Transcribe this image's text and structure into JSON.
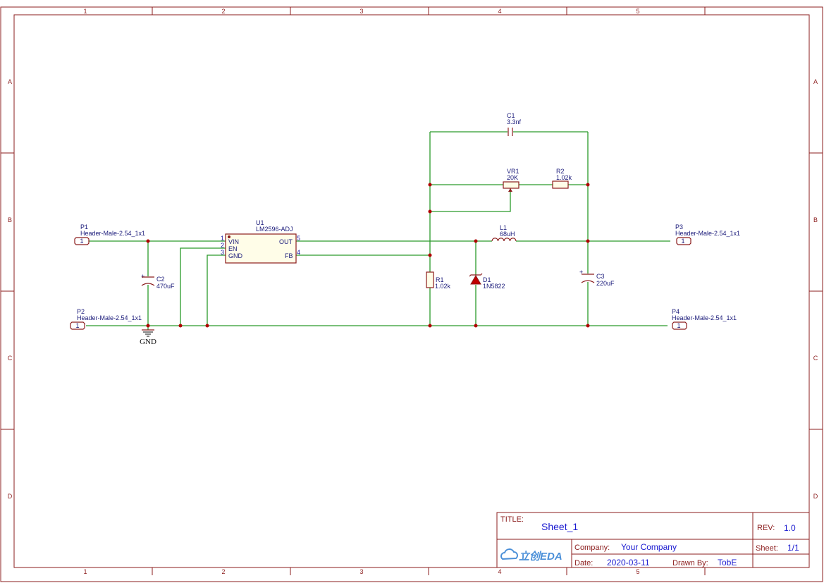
{
  "border": {
    "columns": [
      "1",
      "2",
      "3",
      "4",
      "5"
    ],
    "rows": [
      "A",
      "B",
      "C",
      "D"
    ]
  },
  "components": {
    "P1": {
      "ref": "P1",
      "value": "Header-Male-2.54_1x1",
      "pin": "1"
    },
    "P2": {
      "ref": "P2",
      "value": "Header-Male-2.54_1x1",
      "pin": "1"
    },
    "P3": {
      "ref": "P3",
      "value": "Header-Male-2.54_1x1",
      "pin": "1"
    },
    "P4": {
      "ref": "P4",
      "value": "Header-Male-2.54_1x1",
      "pin": "1"
    },
    "U1": {
      "ref": "U1",
      "value": "LM2596-ADJ",
      "pins": [
        {
          "num": "1",
          "name": "VIN"
        },
        {
          "num": "2",
          "name": "EN"
        },
        {
          "num": "3",
          "name": "GND"
        },
        {
          "num": "5",
          "name": "OUT"
        },
        {
          "num": "4",
          "name": "FB"
        }
      ]
    },
    "C1": {
      "ref": "C1",
      "value": "3.3nf"
    },
    "C2": {
      "ref": "C2",
      "value": "470uF"
    },
    "C3": {
      "ref": "C3",
      "value": "220uF"
    },
    "VR1": {
      "ref": "VR1",
      "value": "20K"
    },
    "R1": {
      "ref": "R1",
      "value": "1.02k"
    },
    "R2": {
      "ref": "R2",
      "value": "1.02k"
    },
    "L1": {
      "ref": "L1",
      "value": "68uH"
    },
    "D1": {
      "ref": "D1",
      "value": "1N5822"
    },
    "GND": {
      "label": "GND"
    }
  },
  "title_block": {
    "title_label": "TITLE:",
    "title": "Sheet_1",
    "rev_label": "REV:",
    "rev": "1.0",
    "company_label": "Company:",
    "company": "Your Company",
    "sheet_label": "Sheet:",
    "sheet": "1/1",
    "date_label": "Date:",
    "date": "2020-03-11",
    "drawn_label": "Drawn By:",
    "drawn_by": "TobE",
    "logo_text": "立创EDA"
  },
  "colors": {
    "frame": "#8b1c1c",
    "wire": "#2a9a2a",
    "junction": "#b00000",
    "text": "#1a1a7a",
    "title_value": "#1a1ad0",
    "logo": "#4a8fd8"
  }
}
